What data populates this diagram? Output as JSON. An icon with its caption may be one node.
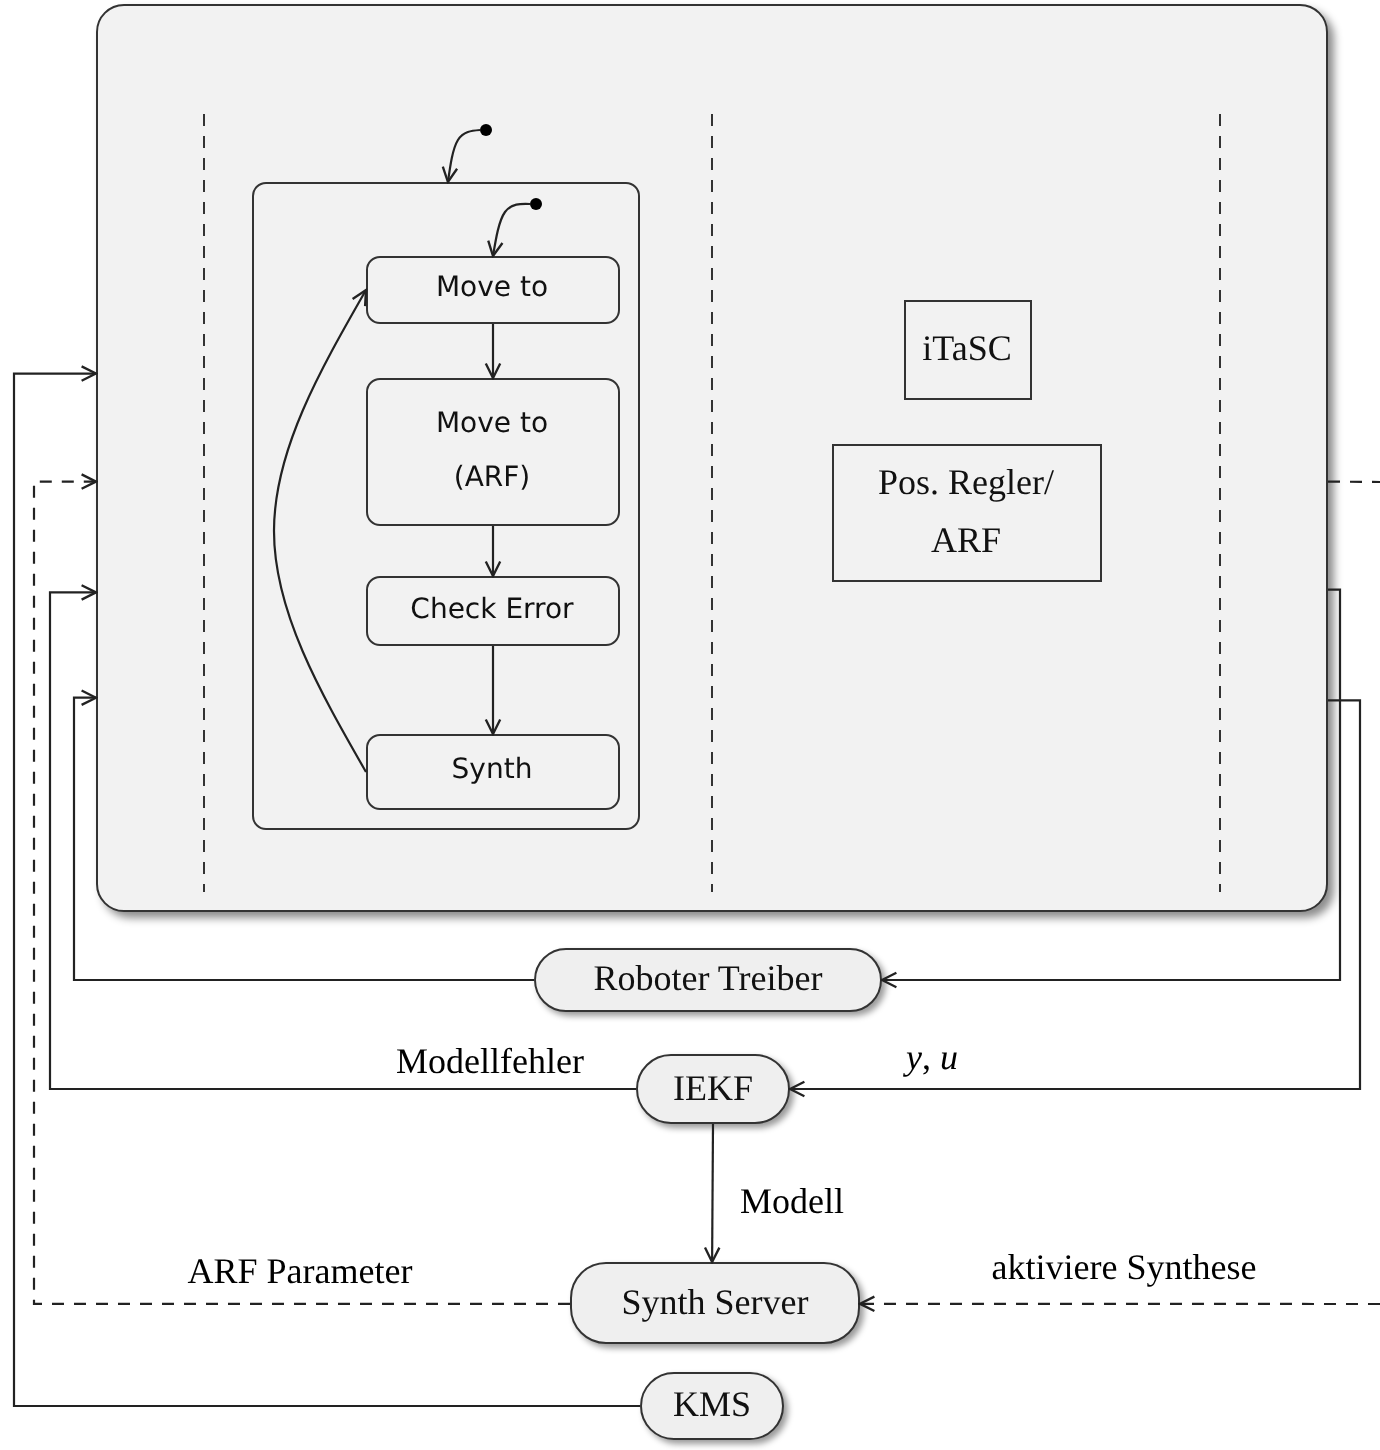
{
  "diagram": {
    "nodes": [
      {
        "text": [],
        "shape": "box"
      },
      {
        "text": [],
        "shape": "circle",
        "in": 0
      },
      {
        "text": [],
        "shape": "box",
        "in": 0
      },
      {
        "text": [],
        "shape": "circle",
        "in": 2
      },
      {
        "text": [
          "Move to"
        ],
        "in": 2
      },
      {
        "text": [
          "Move to (ARF)"
        ],
        "in": 2
      },
      {
        "text": [
          "Check Error"
        ],
        "in": 2
      },
      {
        "text": [
          "Synth"
        ],
        "in": 2
      },
      {
        "text": [
          "iTaSC"
        ],
        "in": 0
      },
      {
        "text": [
          "Pos. Regler/ ARF"
        ],
        "in": 0
      },
      {
        "text": [
          "Roboter Treiber"
        ]
      },
      {
        "text": [
          "IEKF"
        ]
      },
      {
        "text": [
          "Synth Server"
        ]
      },
      {
        "text": [
          "KMS"
        ]
      }
    ],
    "edges": [
      {
        "from": 1,
        "to": 2,
        "arrow": "to"
      },
      {
        "from": 3,
        "to": 4,
        "arrow": "to"
      },
      {
        "from": 4,
        "to": 5,
        "arrow": "to"
      },
      {
        "from": 5,
        "to": 6,
        "arrow": "to"
      },
      {
        "from": 6,
        "to": 7,
        "arrow": "to"
      },
      {
        "from": 7,
        "to": 4,
        "arrow": "to"
      },
      {
        "from": 10,
        "to": 0,
        "arrow": "to"
      },
      {
        "from": 0,
        "to": 10,
        "arrow": "to"
      },
      {
        "from": 0,
        "to": 11,
        "arrow": "to",
        "label": "*y*, *u*"
      },
      {
        "from": 11,
        "to": 0,
        "arrow": "to",
        "label": "Modellfehler"
      },
      {
        "from": 11,
        "to": 12,
        "arrow": "to",
        "label": "Modell"
      },
      {
        "from": 12,
        "to": 0,
        "arrow": "to",
        "label": "ARF Parameter",
        "style": "dashed"
      },
      {
        "from": 0,
        "to": null,
        "arrow": "none",
        "style": "dashed"
      },
      {
        "from": null,
        "to": 12,
        "arrow": "to",
        "label": "aktiviere Synthese",
        "style": "dashed"
      },
      {
        "from": 13,
        "to": 0,
        "arrow": "to"
      }
    ]
  }
}
